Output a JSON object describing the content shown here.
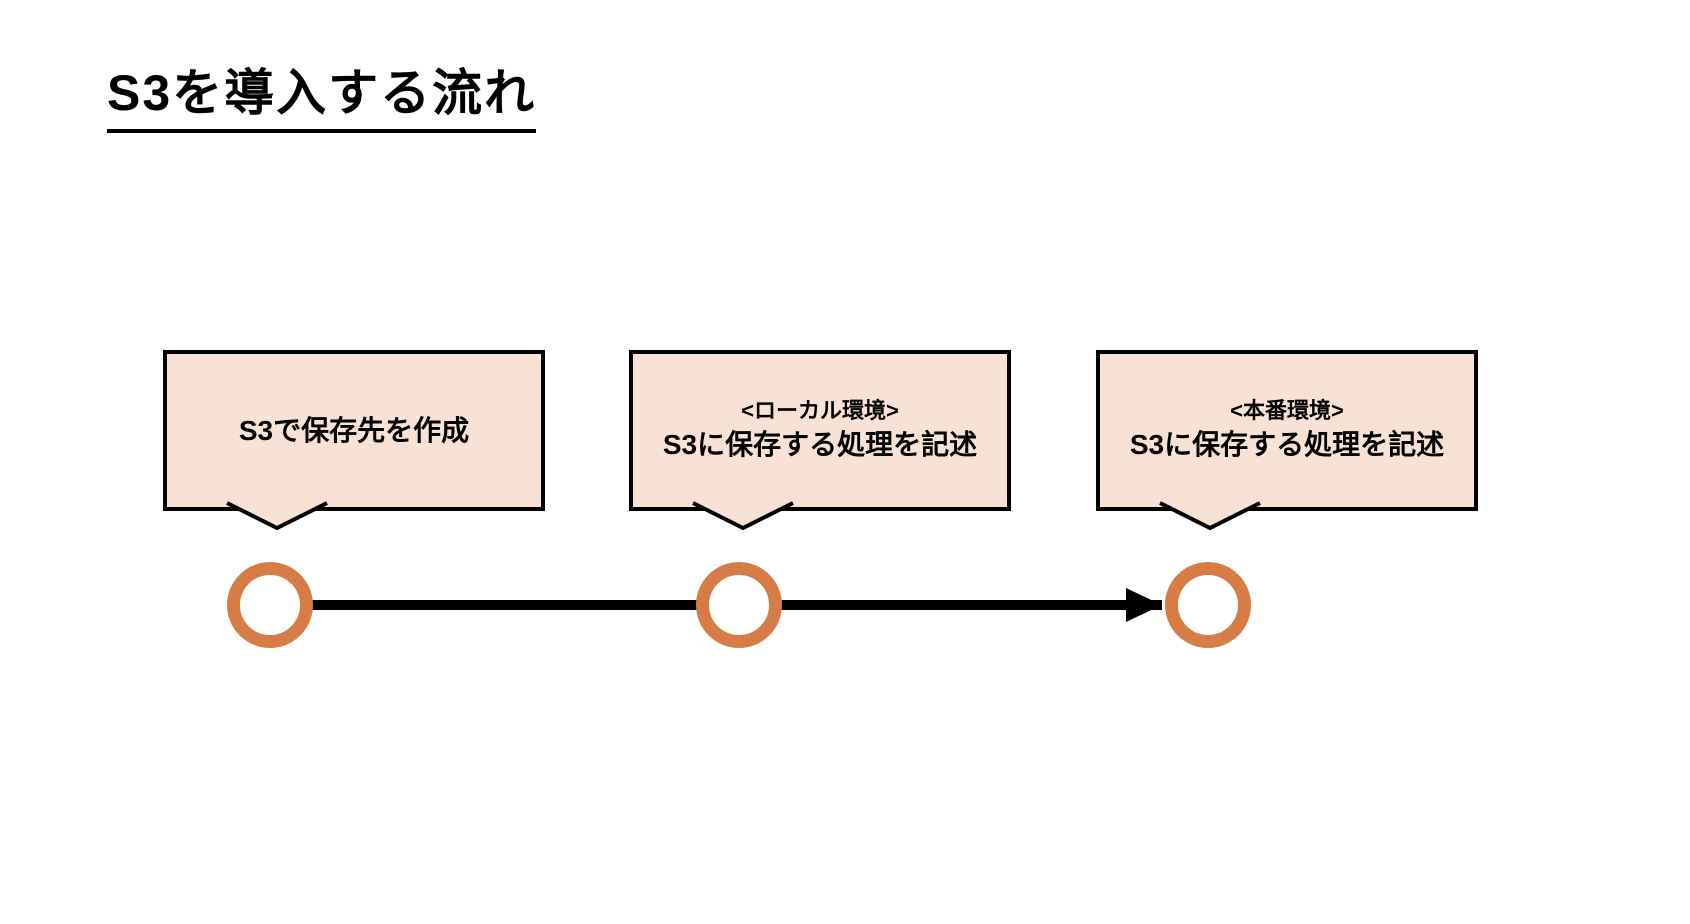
{
  "page": {
    "title": "S3を導入する流れ"
  },
  "colors": {
    "accent": "#D87C45",
    "callout_fill": "#F8E2D6",
    "connector": "#000000"
  },
  "diagram": {
    "type": "flow-timeline",
    "steps": [
      {
        "lines": [
          "S3で保存先を作成"
        ]
      },
      {
        "lines": [
          "<ローカル環境>",
          "S3に保存する処理を記述"
        ]
      },
      {
        "lines": [
          "<本番環境>",
          "S3に保存する処理を記述"
        ]
      }
    ]
  }
}
